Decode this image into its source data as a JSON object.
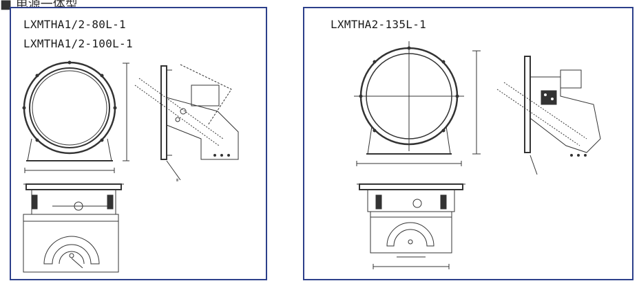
{
  "header": {
    "text": "■ 电源一体型"
  },
  "panels": [
    {
      "models": [
        "LXMTHA1/2-80L-1",
        "LXMTHA1/2-100L-1"
      ]
    },
    {
      "models": [
        "LXMTHA2-135L-1"
      ]
    }
  ],
  "colors": {
    "frame": "#2c3f8a",
    "line": "#333333"
  }
}
